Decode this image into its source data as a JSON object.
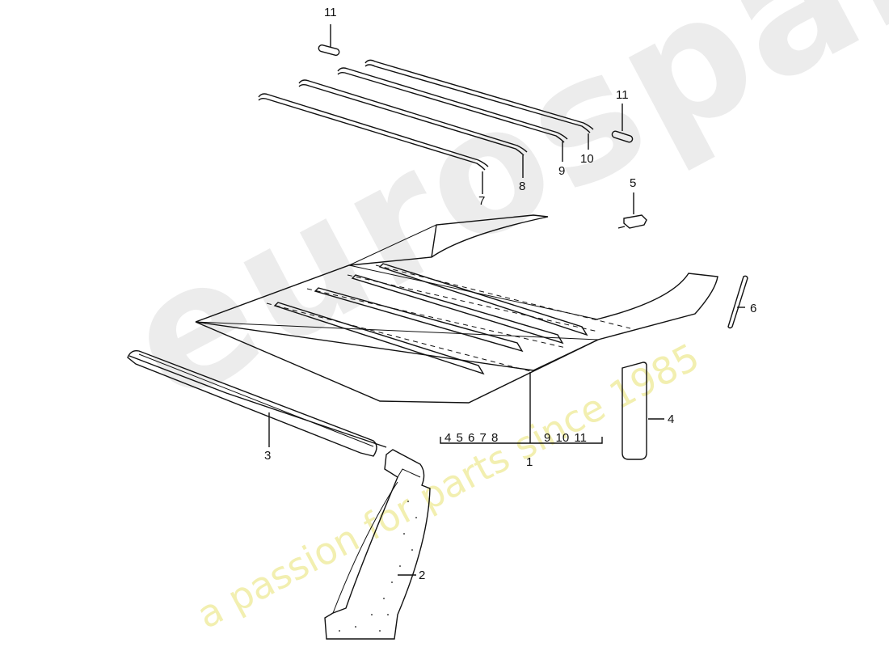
{
  "watermark": {
    "brand": "eurospares",
    "tagline": "a passion for parts since 1985",
    "brand_color": "#e8e8e8",
    "tagline_color": "#f3f0a8"
  },
  "callouts": {
    "p11a": "11",
    "p11b": "11",
    "p10": "10",
    "p9": "9",
    "p8": "8",
    "p7": "7",
    "p5": "5",
    "p6": "6",
    "p4": "4",
    "p3": "3",
    "p2": "2",
    "p1": "1"
  },
  "assembly_group": {
    "left_items": "4 5 6 7 8",
    "right_items": "9 10 11",
    "parent": "1"
  }
}
